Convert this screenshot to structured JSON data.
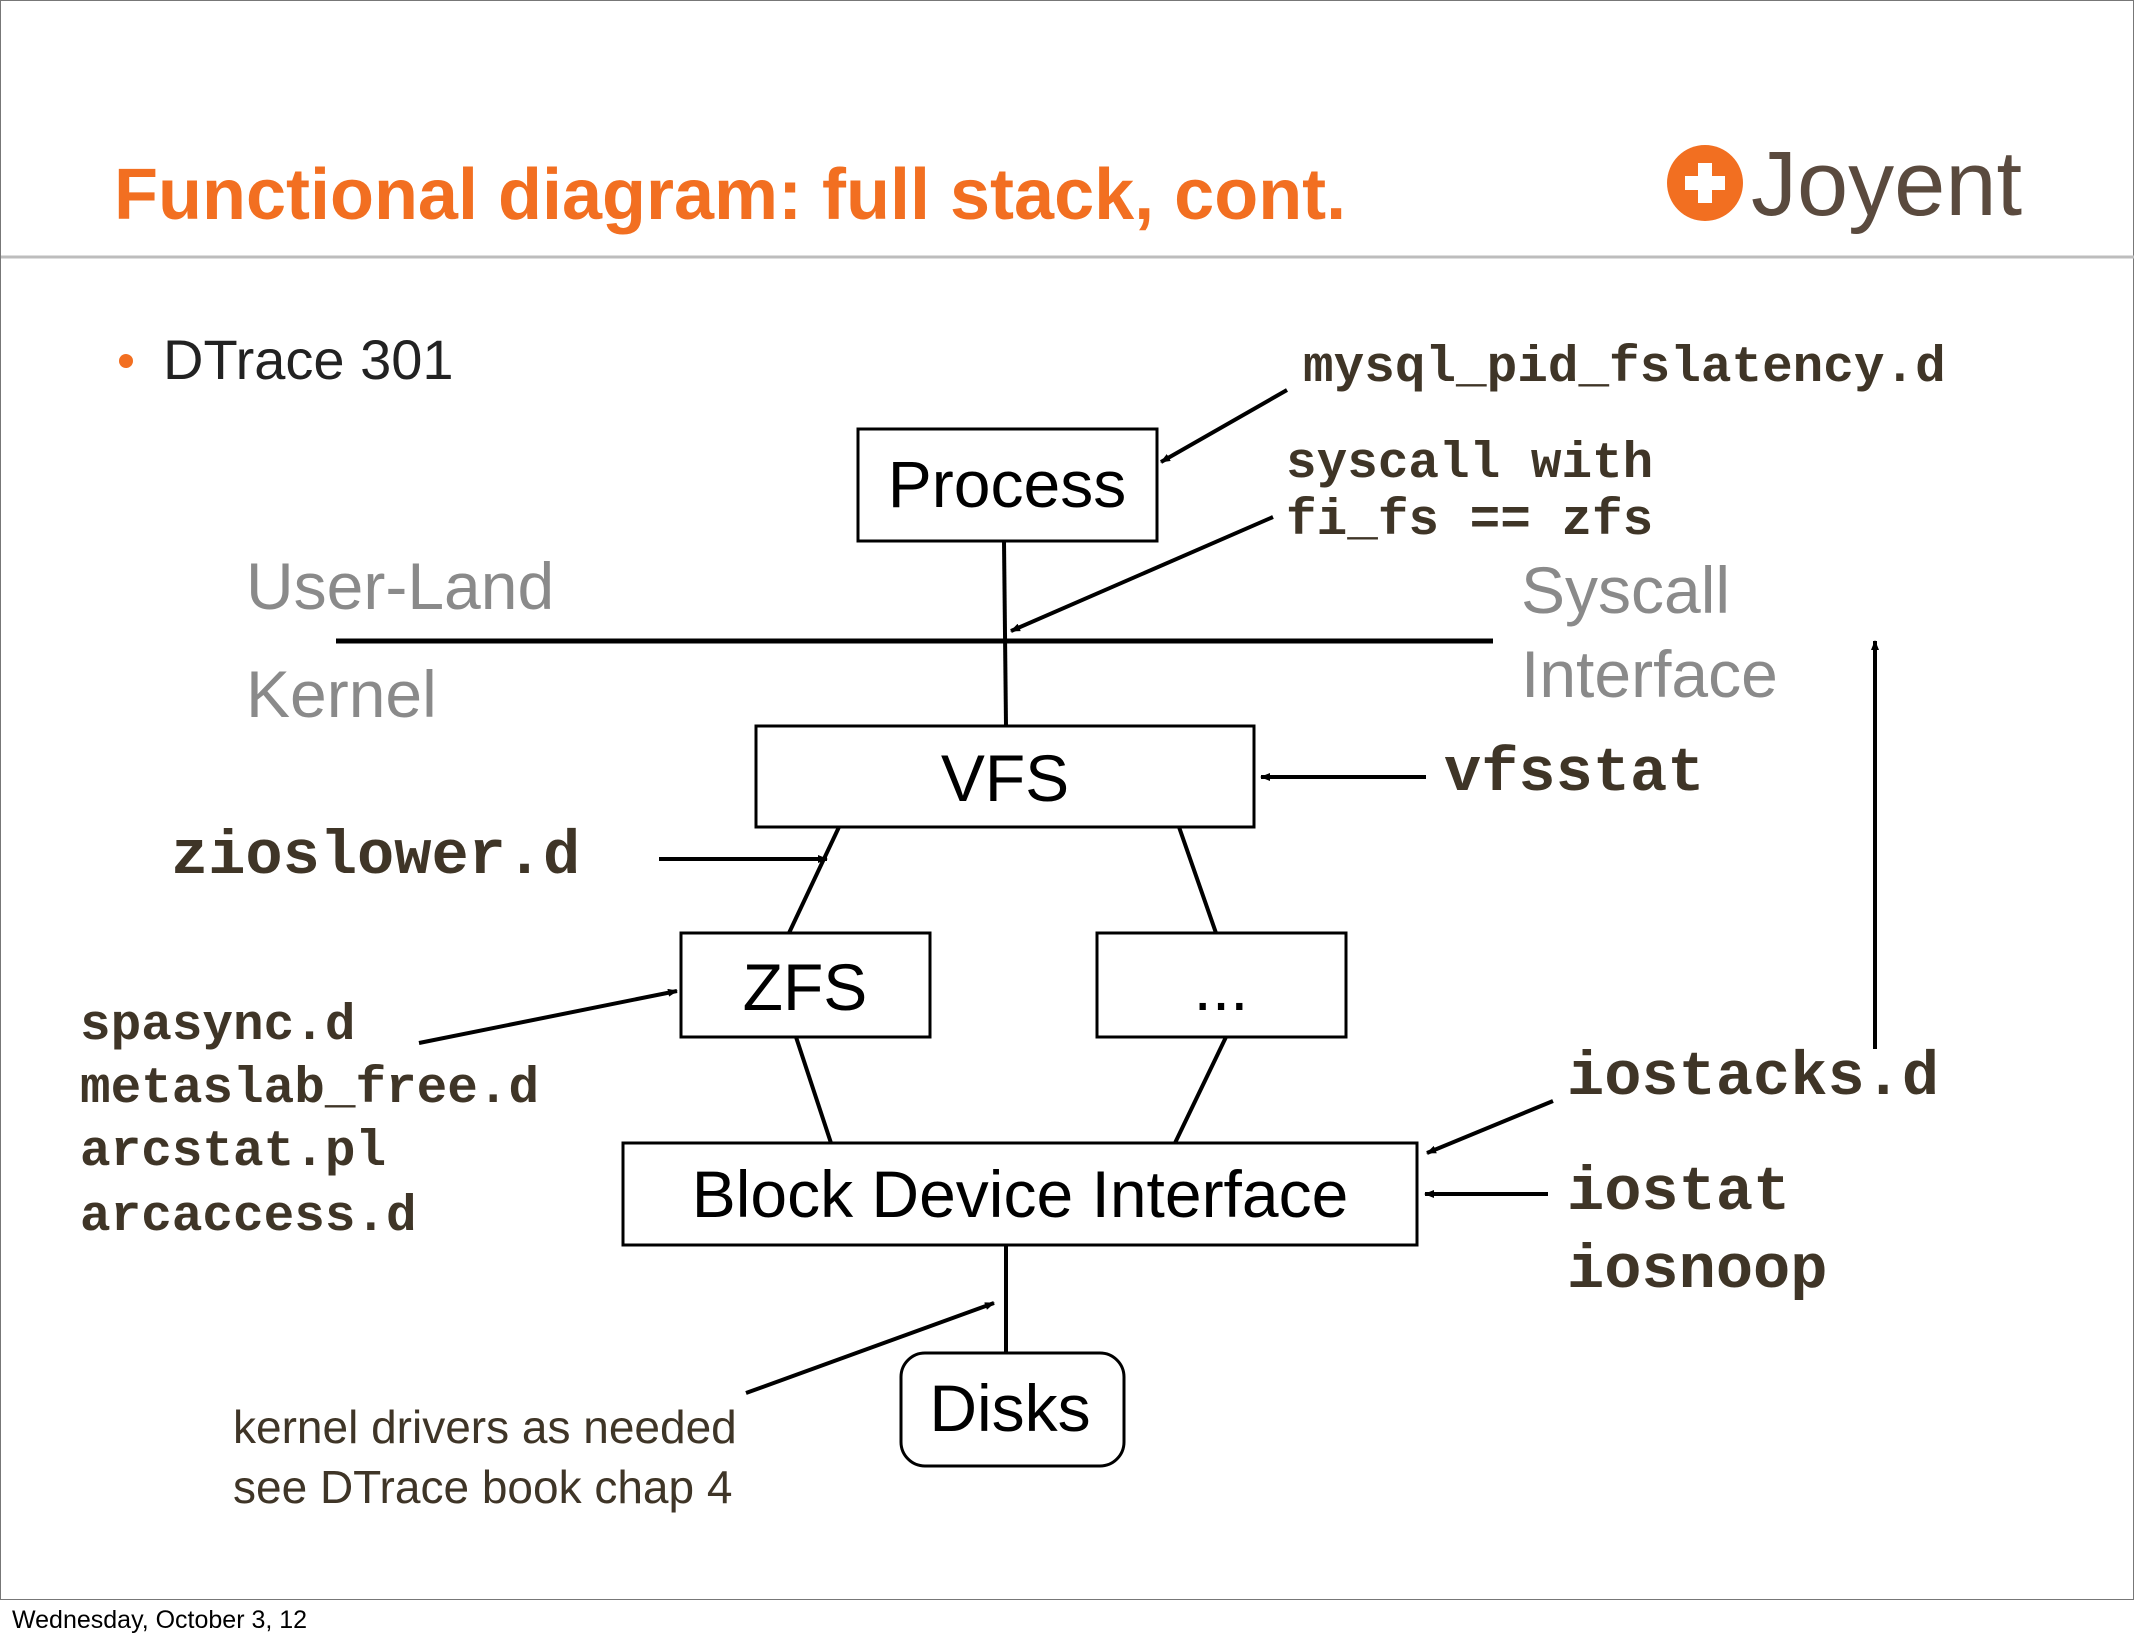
{
  "slide": {
    "title": "Functional diagram: full stack, cont.",
    "bullet": "DTrace 301",
    "logo": {
      "text": "Joyent",
      "icon": "plus-circle-icon",
      "icon_color": "#f26f21",
      "text_color": "#5a4a3e"
    },
    "title_color": "#f26f21",
    "footer": "Wednesday, October 3, 12"
  },
  "diagram": {
    "boxes": {
      "process": "Process",
      "vfs": "VFS",
      "zfs": "ZFS",
      "other_fs": "...",
      "block_device": "Block Device Interface",
      "disks": "Disks"
    },
    "regions": {
      "user_land": "User-Land",
      "kernel": "Kernel",
      "syscall_line1": "Syscall",
      "syscall_line2": "Interface"
    },
    "tools": {
      "mysql_fslatency": "mysql_pid_fslatency.d",
      "syscall_line1": "syscall with",
      "syscall_line2": "fi_fs == zfs",
      "vfsstat": "vfsstat",
      "zioslower": "zioslower.d",
      "zfs_tools": [
        "spasync.d",
        "metaslab_free.d",
        "arcstat.pl",
        "arcaccess.d"
      ],
      "iostacks": "iostacks.d",
      "iostat": "iostat",
      "iosnoop": "iosnoop"
    },
    "notes": {
      "drivers_line1": "kernel drivers as needed",
      "drivers_line2": "see DTrace book chap 4"
    },
    "colors": {
      "tool_text": "#3f3527",
      "region_text": "#8a8a8a",
      "box_text": "#000000"
    }
  }
}
